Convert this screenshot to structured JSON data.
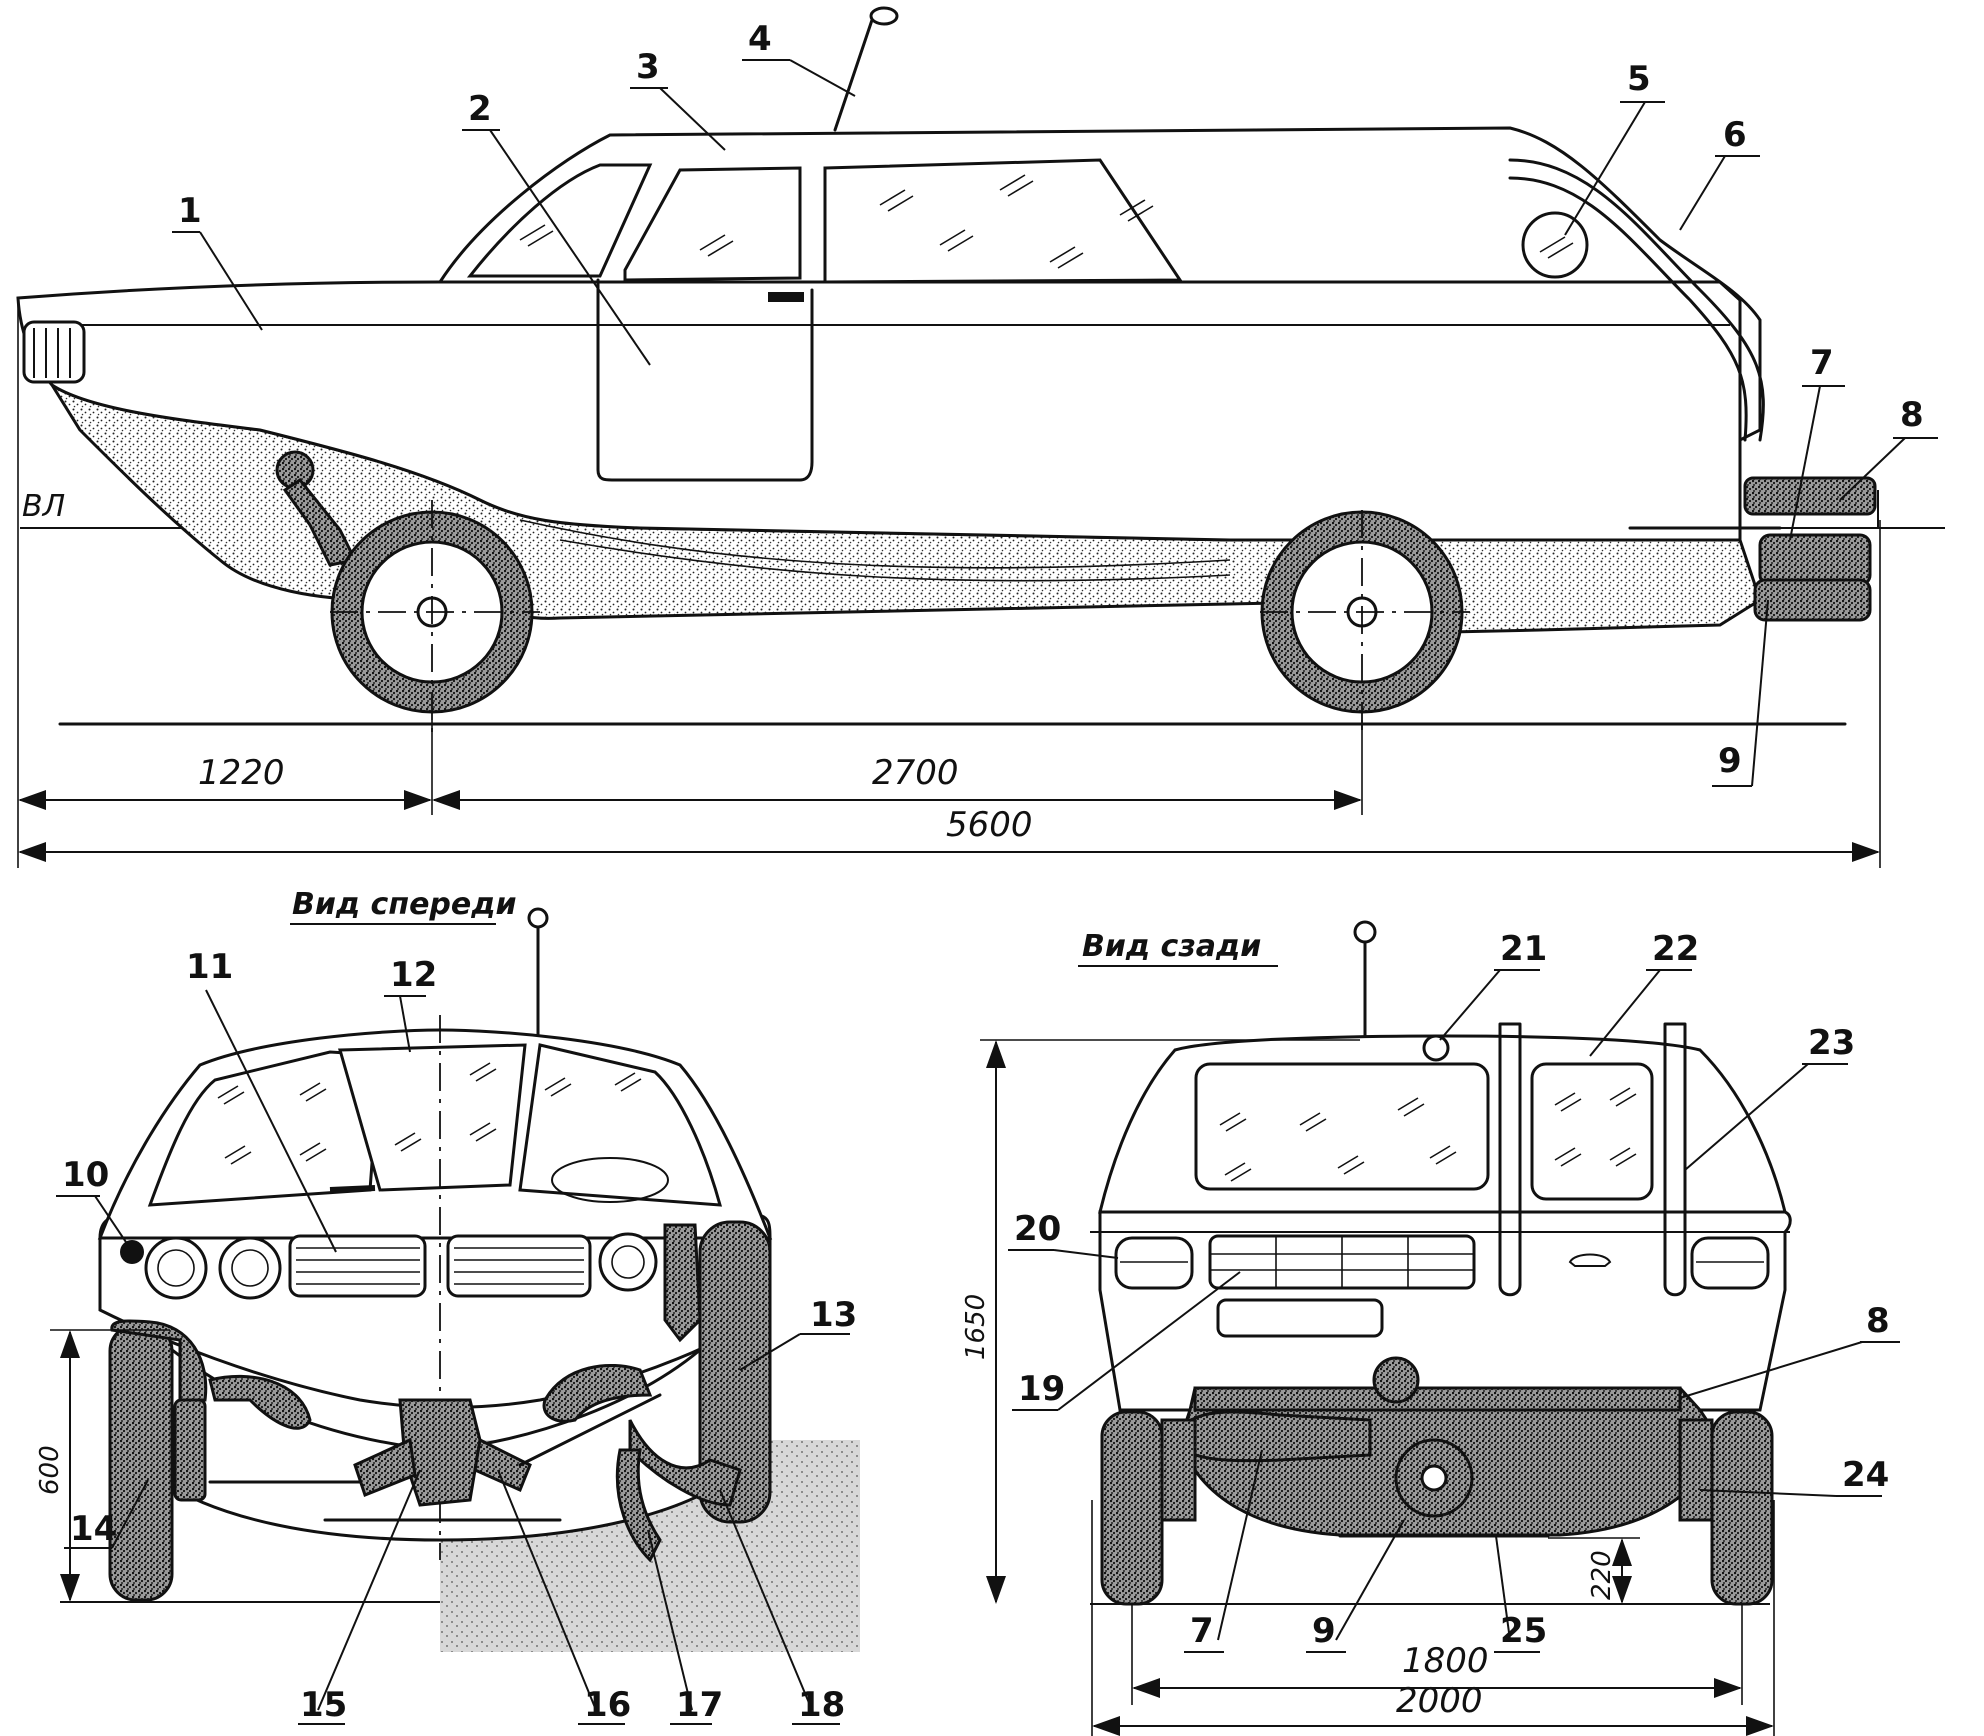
{
  "views": {
    "front_title": "Вид спереди",
    "rear_title": "Вид сзади"
  },
  "waterline_label": "ВЛ",
  "dimensions": {
    "front_overhang": "1220",
    "wheelbase": "2700",
    "overall_length": "5600",
    "height": "1650",
    "wheel_height": "600",
    "ground_clearance": "220",
    "track": "1800",
    "overall_width": "2000"
  },
  "callouts": {
    "side": [
      "1",
      "2",
      "3",
      "4",
      "5",
      "6",
      "7",
      "8",
      "9"
    ],
    "front": [
      "10",
      "11",
      "12",
      "13",
      "14",
      "15",
      "16",
      "17",
      "18"
    ],
    "rear": [
      "19",
      "20",
      "21",
      "22",
      "23",
      "8",
      "24",
      "7",
      "9",
      "25"
    ]
  }
}
